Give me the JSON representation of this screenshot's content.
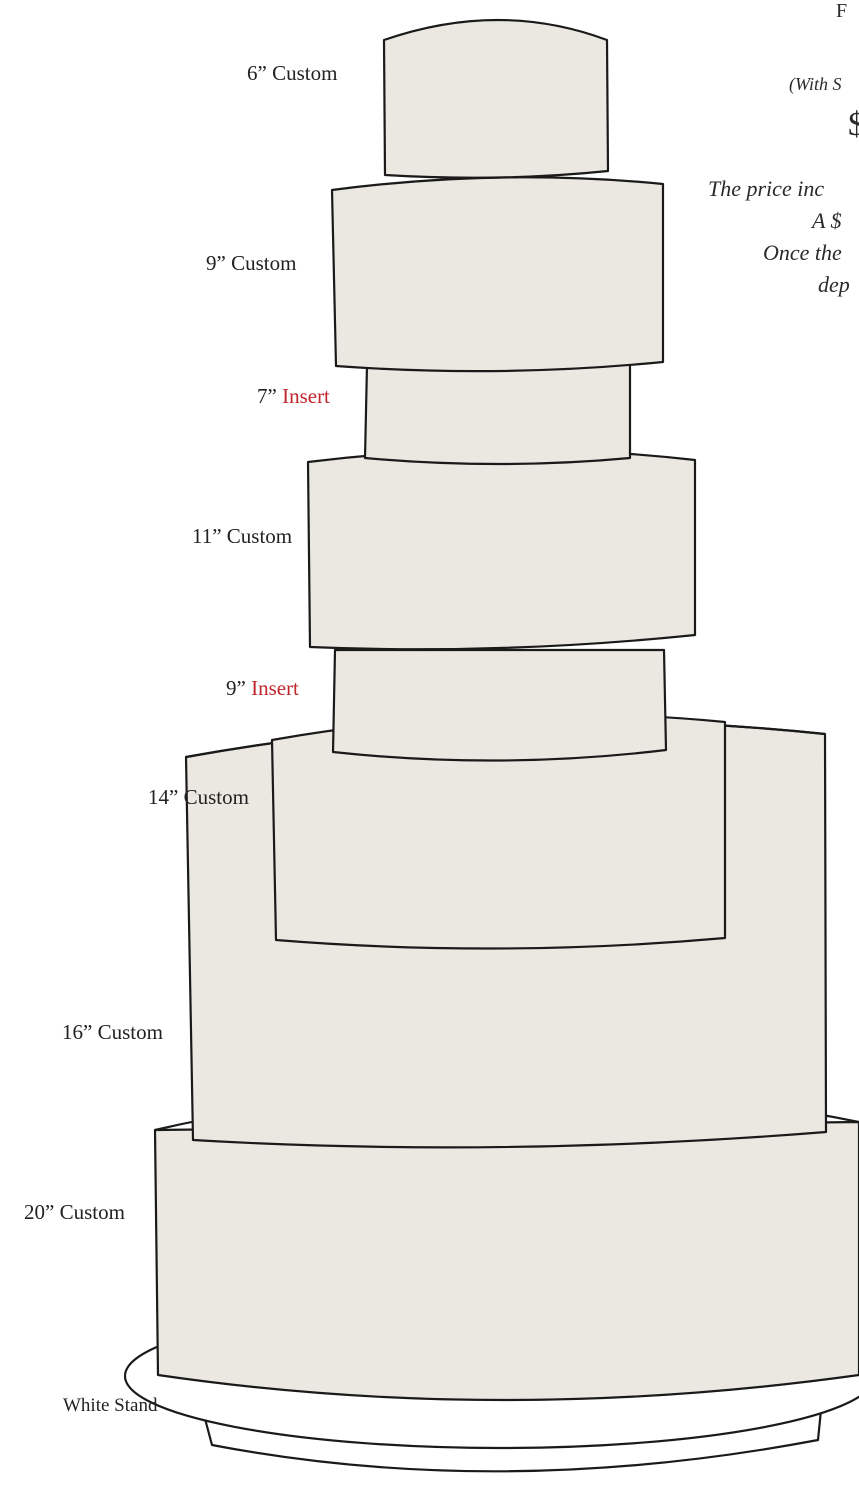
{
  "tiers": [
    {
      "size": "6”",
      "type": "Custom"
    },
    {
      "size": "9”",
      "type": "Custom"
    },
    {
      "size": "7”",
      "type": "Insert"
    },
    {
      "size": "11”",
      "type": "Custom"
    },
    {
      "size": "9”",
      "type": "Insert"
    },
    {
      "size": "14”",
      "type": "Custom"
    },
    {
      "size": "16”",
      "type": "Custom"
    },
    {
      "size": "20”",
      "type": "Custom"
    }
  ],
  "stand_label": "White Stand",
  "info_panel": {
    "line1": "F",
    "line2": "(With S",
    "price": "$",
    "note1": "The price inc",
    "note2": "A $",
    "note3": "Once the",
    "note4": "dep"
  },
  "colors": {
    "cake_fill": "#ebe8e2",
    "outline": "#1a1a1a",
    "insert_label": "#c0272d"
  }
}
